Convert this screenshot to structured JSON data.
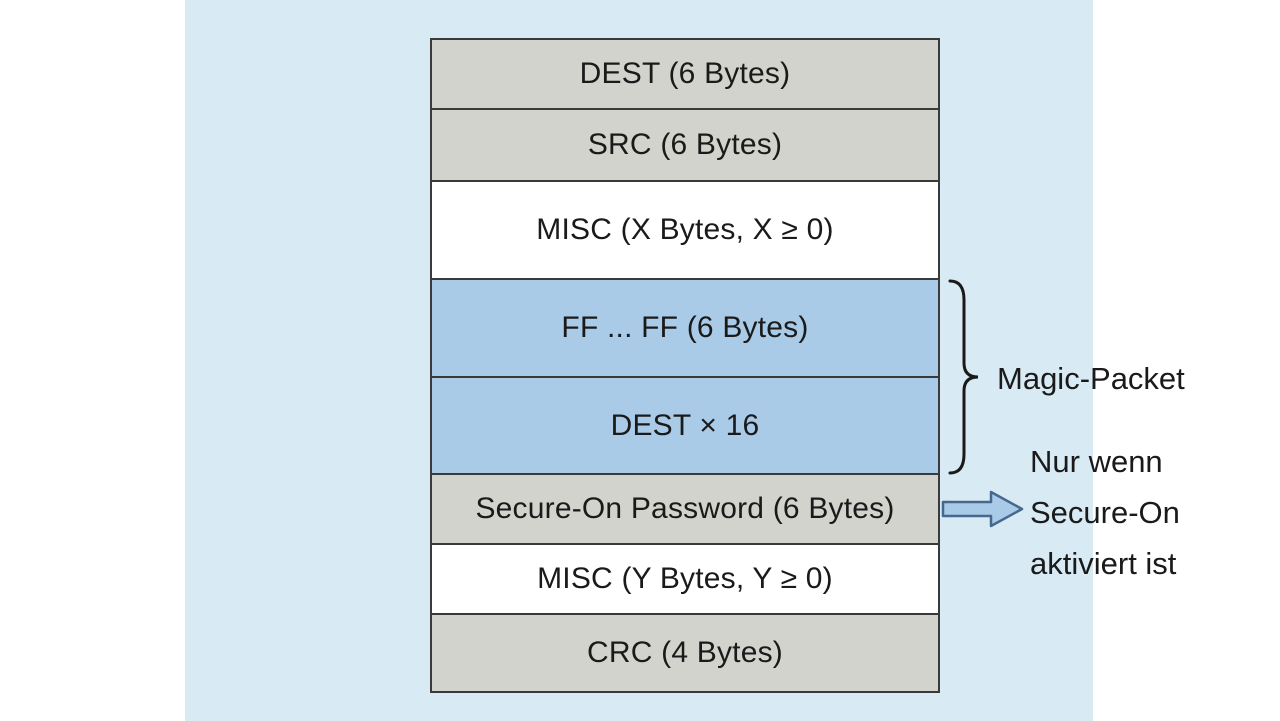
{
  "diagram": {
    "title_context": "Magic Packet frame structure",
    "rows": [
      {
        "label": "DEST (6 Bytes)",
        "fill": "gray"
      },
      {
        "label": "SRC (6 Bytes)",
        "fill": "gray"
      },
      {
        "label": "MISC (X Bytes, X ≥ 0)",
        "fill": "white"
      },
      {
        "label": "FF ... FF (6 Bytes)",
        "fill": "blue"
      },
      {
        "label": "DEST × 16",
        "fill": "blue"
      },
      {
        "label": "Secure-On Password (6 Bytes)",
        "fill": "gray"
      },
      {
        "label": "MISC (Y Bytes, Y ≥ 0)",
        "fill": "white"
      },
      {
        "label": "CRC (4 Bytes)",
        "fill": "gray"
      }
    ],
    "brace": {
      "label": "Magic-Packet",
      "spans_rows": [
        "FF ... FF (6 Bytes)",
        "DEST × 16"
      ]
    },
    "arrow_note": {
      "lines": [
        "Nur wenn",
        "Secure-On",
        "aktiviert ist"
      ],
      "points_to_row": "Secure-On Password (6 Bytes)"
    },
    "colors": {
      "panel_background": "#d8eaf4",
      "row_gray": "#d3d3cd",
      "row_white": "#ffffff",
      "row_blue": "#a9cbe8",
      "border": "#3a3a3a",
      "arrow_fill": "#a9cbe8",
      "arrow_stroke": "#46688c",
      "text": "#1a1a1a"
    }
  }
}
